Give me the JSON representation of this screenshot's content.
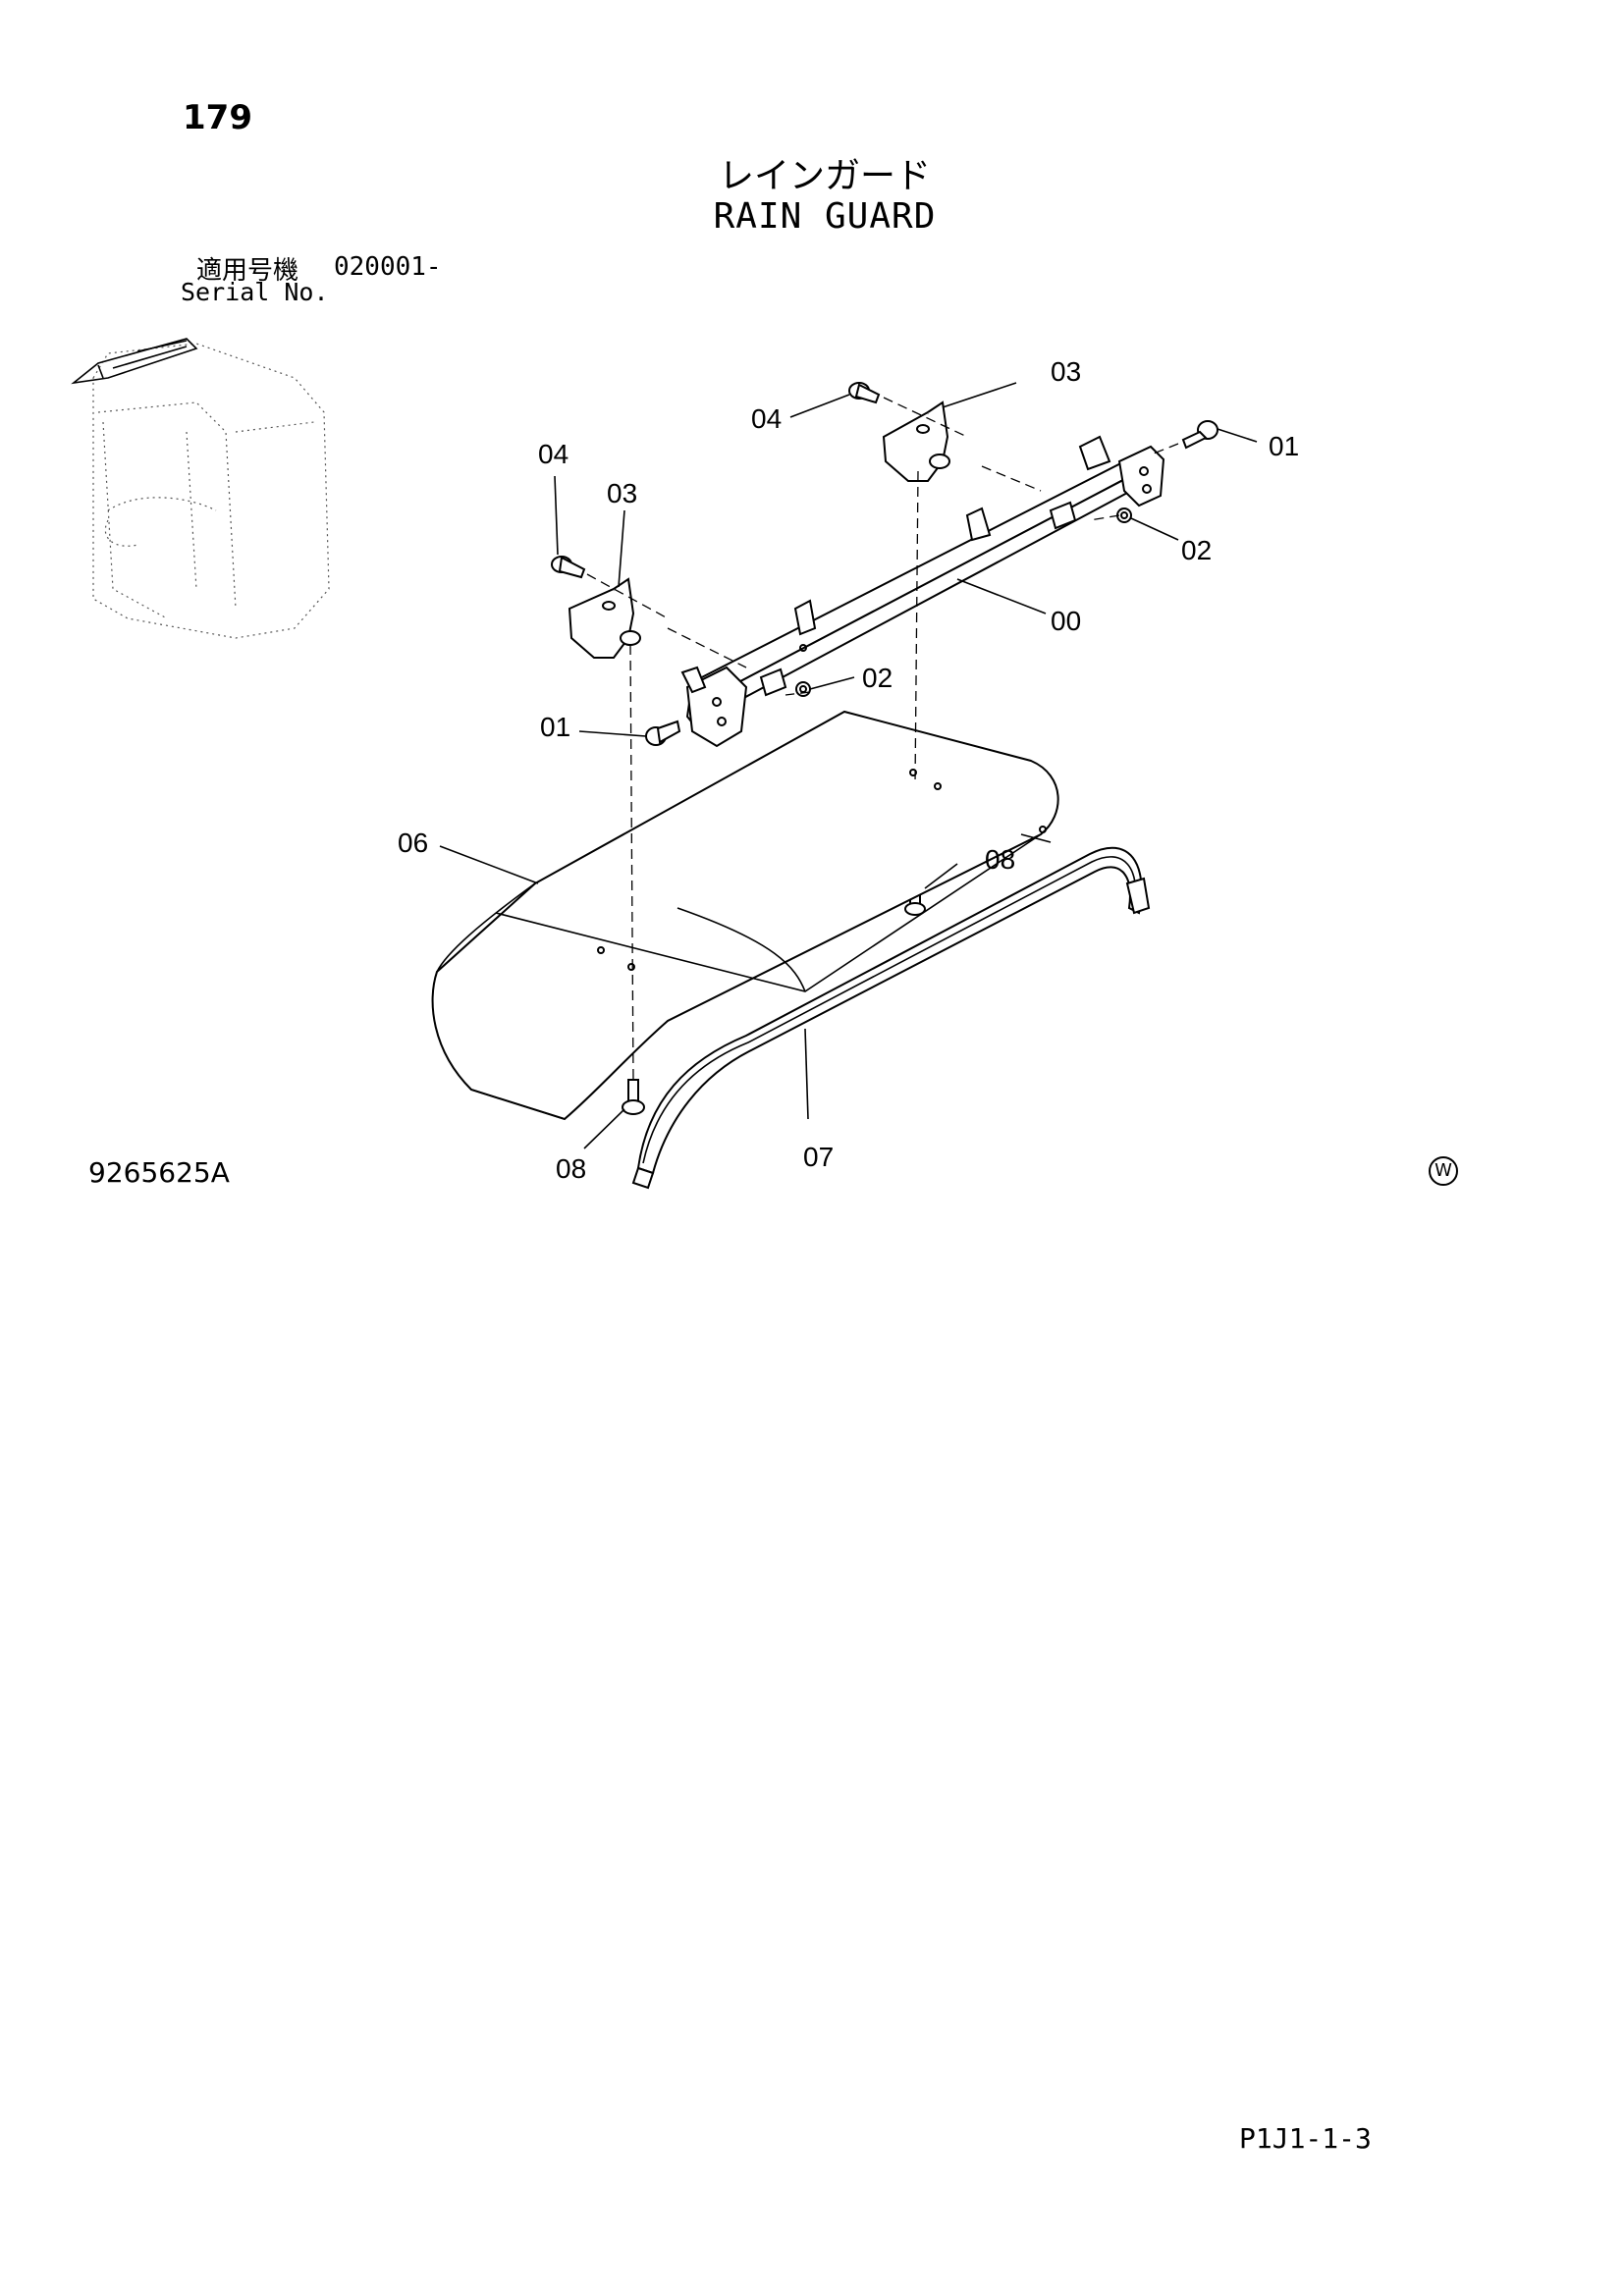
{
  "page_number": "179",
  "title_jp": "レインガード",
  "title_en": "RAIN GUARD",
  "serial_label_jp": "適用号機",
  "serial_label_en": "Serial No.",
  "serial_value": "020001-",
  "drawing_number": "9265625A",
  "watermark_symbol": "W",
  "page_code": "P1J1-1-3",
  "callouts": {
    "c00": "00",
    "c01a": "01",
    "c01b": "01",
    "c02a": "02",
    "c02b": "02",
    "c03a": "03",
    "c03b": "03",
    "c04a": "04",
    "c04b": "04",
    "c06": "06",
    "c07": "07",
    "c08a": "08",
    "c08b": "08"
  }
}
